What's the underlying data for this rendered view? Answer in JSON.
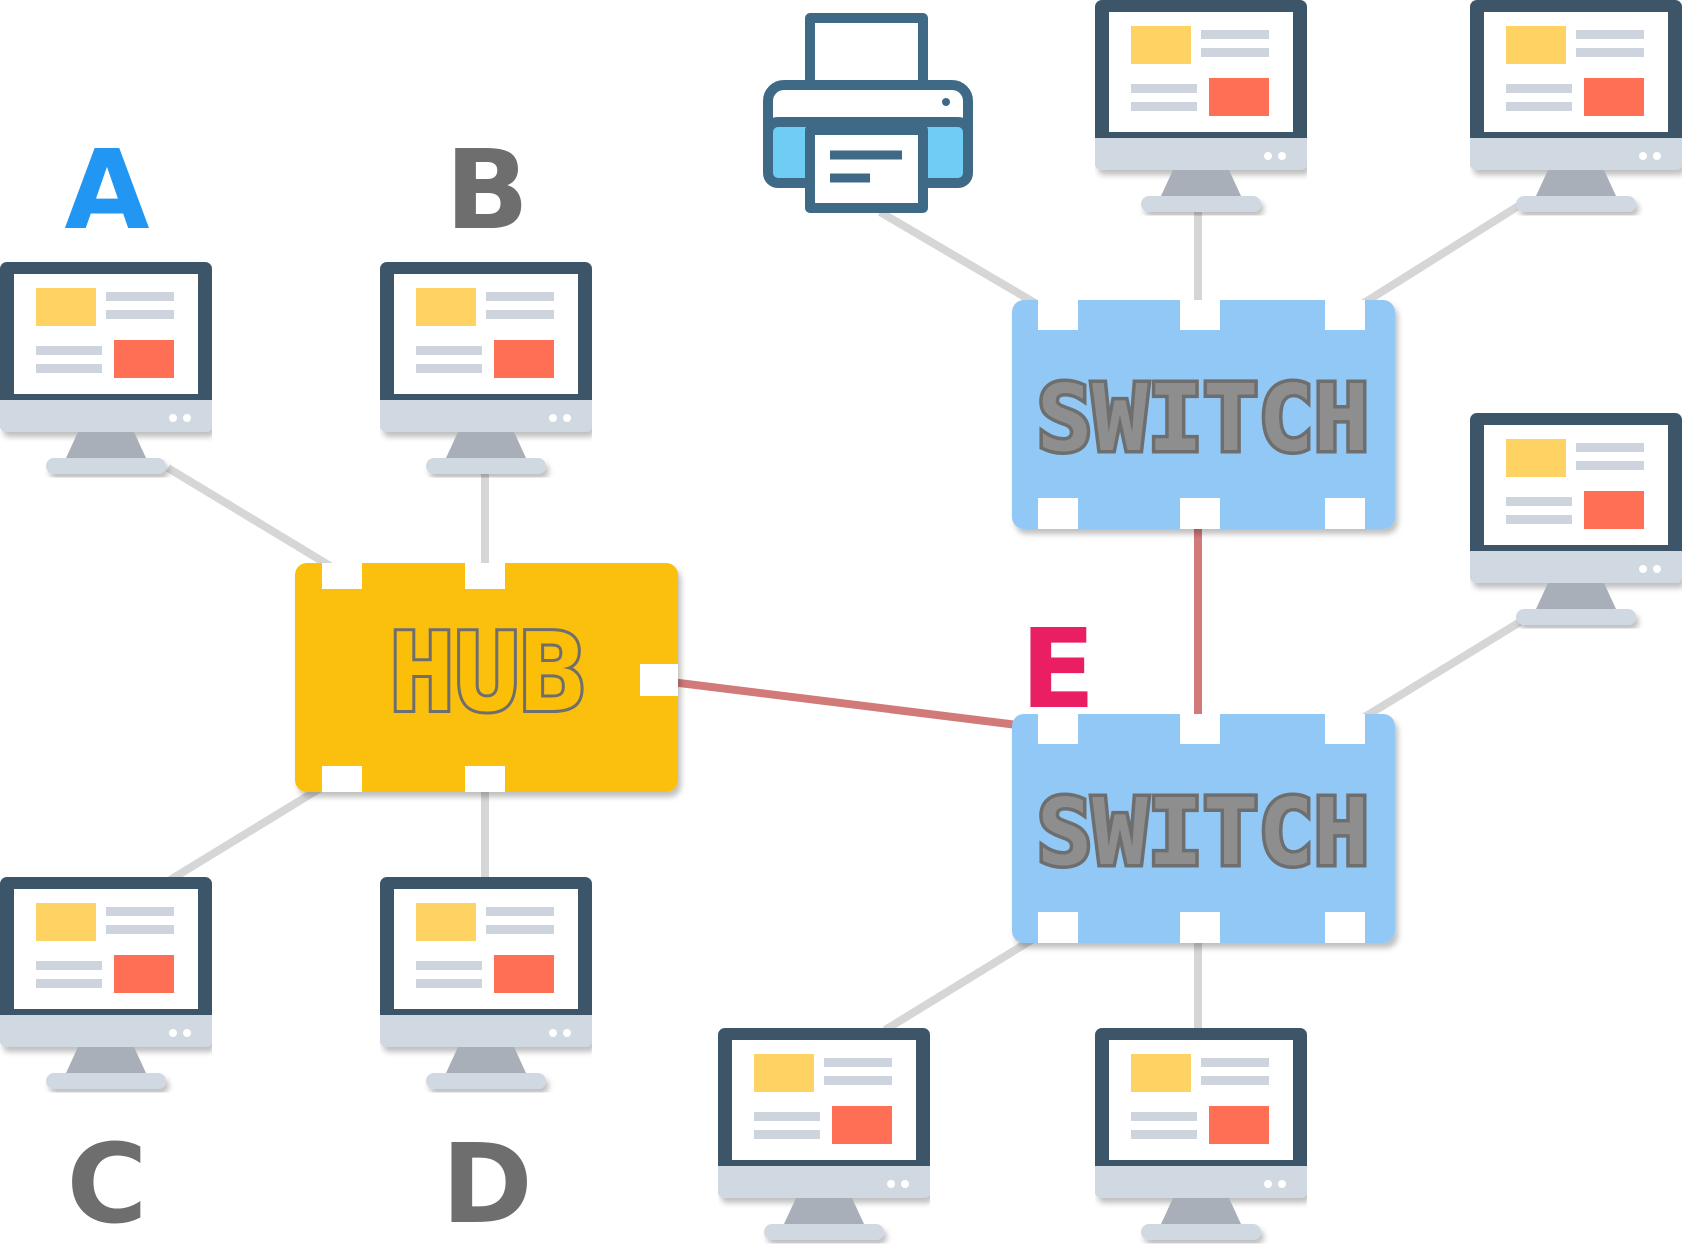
{
  "letters": {
    "a": "A",
    "b": "B",
    "c": "C",
    "d": "D",
    "e": "E"
  },
  "devices": {
    "hub_label": "HUB",
    "switch_top_label": "SWITCH",
    "switch_bottom_label": "SWITCH"
  },
  "colors": {
    "hub_fill": "#FBBF08",
    "switch_fill": "#92C8F6",
    "link_gray": "#D6D6D6",
    "link_red": "#D27A7A",
    "label_a": "#2196F3",
    "label_gray": "#6E6E6E",
    "label_e": "#E91E63",
    "monitor_frame": "#3D5567",
    "monitor_base": "#D0D8E2",
    "monitor_stand": "#A9AFB8",
    "screen_yellow": "#FFD264",
    "screen_red": "#FF6F55",
    "screen_line": "#CDD4DE",
    "printer_outline": "#3E6A88",
    "printer_fill": "#6FCDF5",
    "text_fill_light": "#8E8E8E"
  }
}
